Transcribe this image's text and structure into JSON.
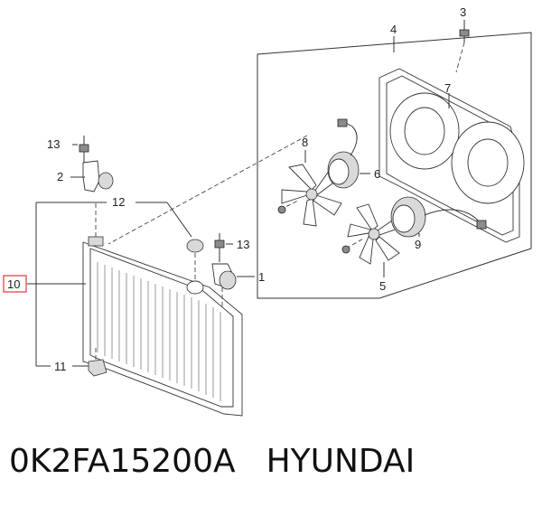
{
  "callouts": [
    {
      "id": "c1",
      "text": "1"
    },
    {
      "id": "c2",
      "text": "2"
    },
    {
      "id": "c3",
      "text": "3"
    },
    {
      "id": "c4",
      "text": "4"
    },
    {
      "id": "c5",
      "text": "5"
    },
    {
      "id": "c6",
      "text": "6"
    },
    {
      "id": "c7",
      "text": "7"
    },
    {
      "id": "c8",
      "text": "8"
    },
    {
      "id": "c9",
      "text": "9"
    },
    {
      "id": "c10",
      "text": "10"
    },
    {
      "id": "c11",
      "text": "11"
    },
    {
      "id": "c12",
      "text": "12"
    },
    {
      "id": "c13a",
      "text": "13"
    },
    {
      "id": "c13b",
      "text": "13"
    }
  ],
  "highlight": {
    "callout": "10",
    "color": "#e03a3a"
  },
  "footer": {
    "part_number": "0K2FA15200A",
    "brand": "HYUNDAI"
  }
}
